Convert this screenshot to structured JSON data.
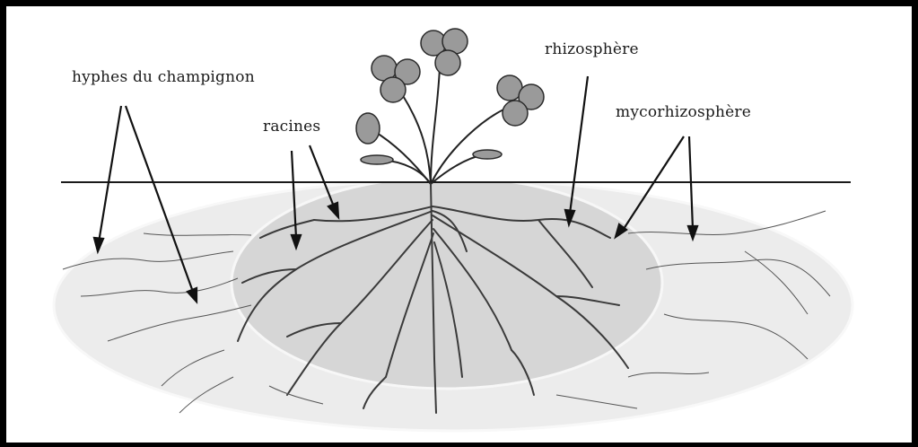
{
  "labels": {
    "hyphae": "hyphes du champignon",
    "roots": "racines",
    "rhizosphere": "rhizosphère",
    "mycorrhizosphere": "mycorhizosphère"
  },
  "colors": {
    "outer_zone": "#ececec",
    "inner_zone": "#d6d6d6",
    "outline": "#f8f8f8",
    "line": "#1a1a1a",
    "leaf_fill": "#9a9a9a",
    "leaf_stroke": "#2a2a2a",
    "root": "#3a3a3a",
    "hypha": "#555555"
  }
}
